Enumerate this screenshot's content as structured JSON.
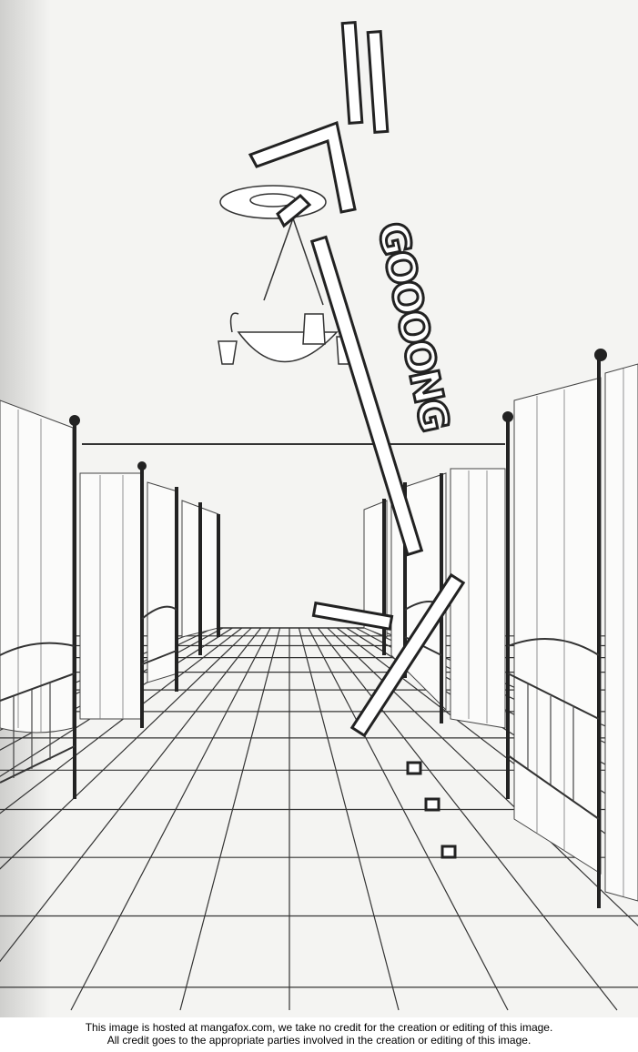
{
  "illustration": {
    "type": "manga-page",
    "scene": "infirmary-ward",
    "sound_effect": "GOOOONG",
    "colors": {
      "ink": "#222222",
      "paper": "#f4f4f2"
    }
  },
  "footer": {
    "line1": "This image is hosted at mangafox.com, we take no credit for the creation or editing of this image.",
    "line2": "All credit goes to the appropriate parties involved in the creation or editing of this image."
  }
}
